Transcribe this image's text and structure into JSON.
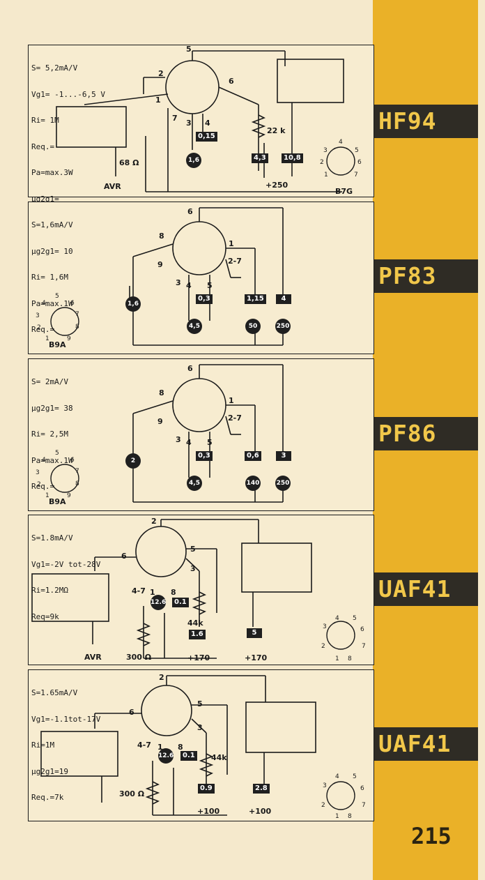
{
  "page_number": "215",
  "tubes": [
    {
      "name": "HF94",
      "specs": [
        "S= 5,2mA/V",
        "Vg1= -1...-6,5 V",
        "Ri= 1M",
        "Req.=",
        "Pa=max.3W",
        "µg2g1="
      ],
      "pins": [
        "5",
        "2",
        "6",
        "1",
        "7",
        "3",
        "4"
      ],
      "boxes": [
        "0,15",
        "4,3",
        "10,8"
      ],
      "circles": [
        "1,6"
      ],
      "labels": {
        "resistor_a": "68 Ω",
        "resistor_b": "22 k",
        "avr": "AVR",
        "supply": "+250",
        "base": "B7G"
      },
      "base_pins": [
        "4",
        "3",
        "5",
        "2",
        "6",
        "1",
        "7"
      ]
    },
    {
      "name": "PF83",
      "specs": [
        "S=1,6mA/V",
        "µg2g1= 10",
        "Ri= 1,6M",
        "Pa=max.1W",
        "Req.="
      ],
      "pins": [
        "6",
        "8",
        "1",
        "9",
        "2-7",
        "3",
        "4",
        "5"
      ],
      "boxes": [
        "0,3",
        "1,15",
        "4"
      ],
      "circles": [
        "1,6",
        "4,5",
        "50",
        "250"
      ],
      "labels": {
        "base": "B9A"
      },
      "base_pins": [
        "5",
        "4",
        "6",
        "3",
        "7",
        "2",
        "8",
        "1",
        "9"
      ]
    },
    {
      "name": "PF86",
      "specs": [
        "S= 2mA/V",
        "µg2g1= 38",
        "Ri= 2,5M",
        "Pa=max.1W",
        "Req.="
      ],
      "pins": [
        "6",
        "8",
        "1",
        "9",
        "2-7",
        "3",
        "4",
        "5"
      ],
      "boxes": [
        "0,3",
        "0,6",
        "3"
      ],
      "circles": [
        "2",
        "4,5",
        "140",
        "250"
      ],
      "labels": {
        "base": "B9A"
      },
      "base_pins": [
        "5",
        "4",
        "6",
        "3",
        "7",
        "2",
        "8",
        "1",
        "9"
      ]
    },
    {
      "name": "UAF41",
      "specs": [
        "S=1.8mA/V",
        "Vg1=-2V tot-28V",
        "Ri=1.2MΩ",
        "Req=9k"
      ],
      "pins": [
        "2",
        "6",
        "5",
        "3",
        "4-7",
        "1",
        "8"
      ],
      "boxes": [
        "0.1",
        "1.6",
        "5"
      ],
      "circles": [
        "12.6"
      ],
      "labels": {
        "resistor_a": "300 Ω",
        "resistor_b": "44k",
        "avr": "AVR",
        "supply_a": "+170",
        "supply_b": "+170"
      },
      "base_pins": [
        "4",
        "5",
        "3",
        "6",
        "2",
        "7",
        "1",
        "8"
      ]
    },
    {
      "name": "UAF41",
      "specs": [
        "S=1.65mA/V",
        "Vg1=-1.1tot-17V",
        "Ri=1M",
        "µg2g1=19",
        "Req.=7k"
      ],
      "pins": [
        "2",
        "6",
        "5",
        "3",
        "4-7",
        "1",
        "8"
      ],
      "boxes": [
        "0.1",
        "0.9",
        "2.8"
      ],
      "circles": [
        "12.6"
      ],
      "labels": {
        "resistor_a": "300 Ω",
        "resistor_b": "44k",
        "supply_a": "+100",
        "supply_b": "+100"
      },
      "base_pins": [
        "4",
        "5",
        "3",
        "6",
        "2",
        "7",
        "1",
        "8"
      ]
    }
  ]
}
